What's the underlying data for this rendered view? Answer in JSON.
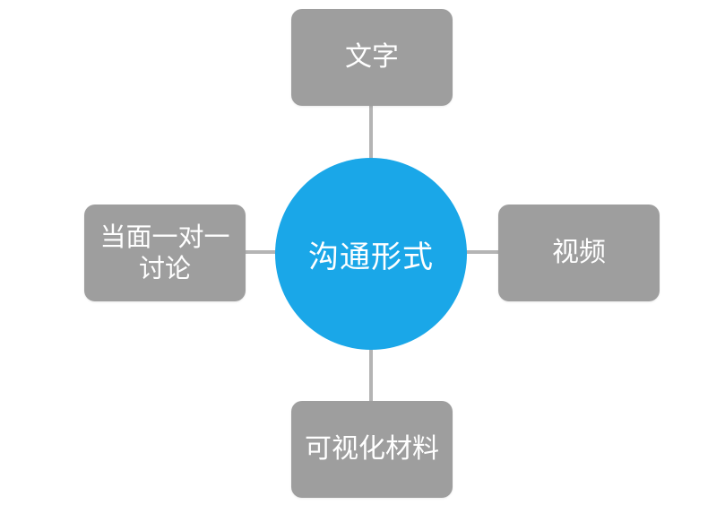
{
  "diagram": {
    "center": {
      "label": "沟通形式",
      "color": "#1aa7e8"
    },
    "nodes": {
      "top": {
        "label": "文字"
      },
      "left": {
        "label": "当面一对一讨论"
      },
      "right": {
        "label": "视频"
      },
      "bottom": {
        "label": "可视化材料"
      }
    },
    "node_color": "#9e9e9e",
    "connector_color": "#b4b4b4"
  }
}
